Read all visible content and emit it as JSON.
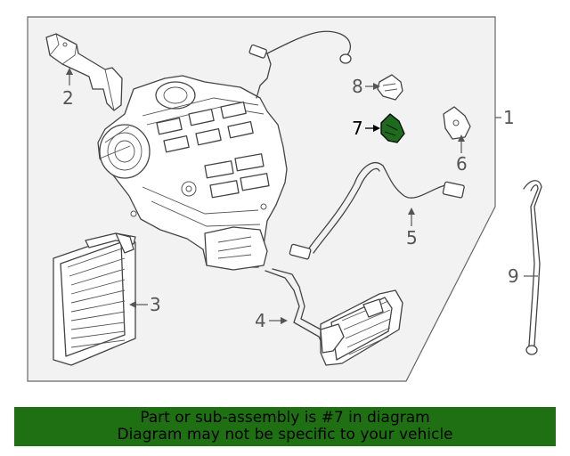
{
  "diagram": {
    "callouts": {
      "c1": "1",
      "c2": "2",
      "c3": "3",
      "c4": "4",
      "c5": "5",
      "c6": "6",
      "c7": "7",
      "c8": "8",
      "c9": "9"
    },
    "highlight_color": "#1e6b1e",
    "highlighted_part": "7"
  },
  "banner": {
    "line1": "Part or sub-assembly is #7 in diagram",
    "line2": "Diagram may not be specific to your vehicle",
    "background": "#1e7012"
  }
}
